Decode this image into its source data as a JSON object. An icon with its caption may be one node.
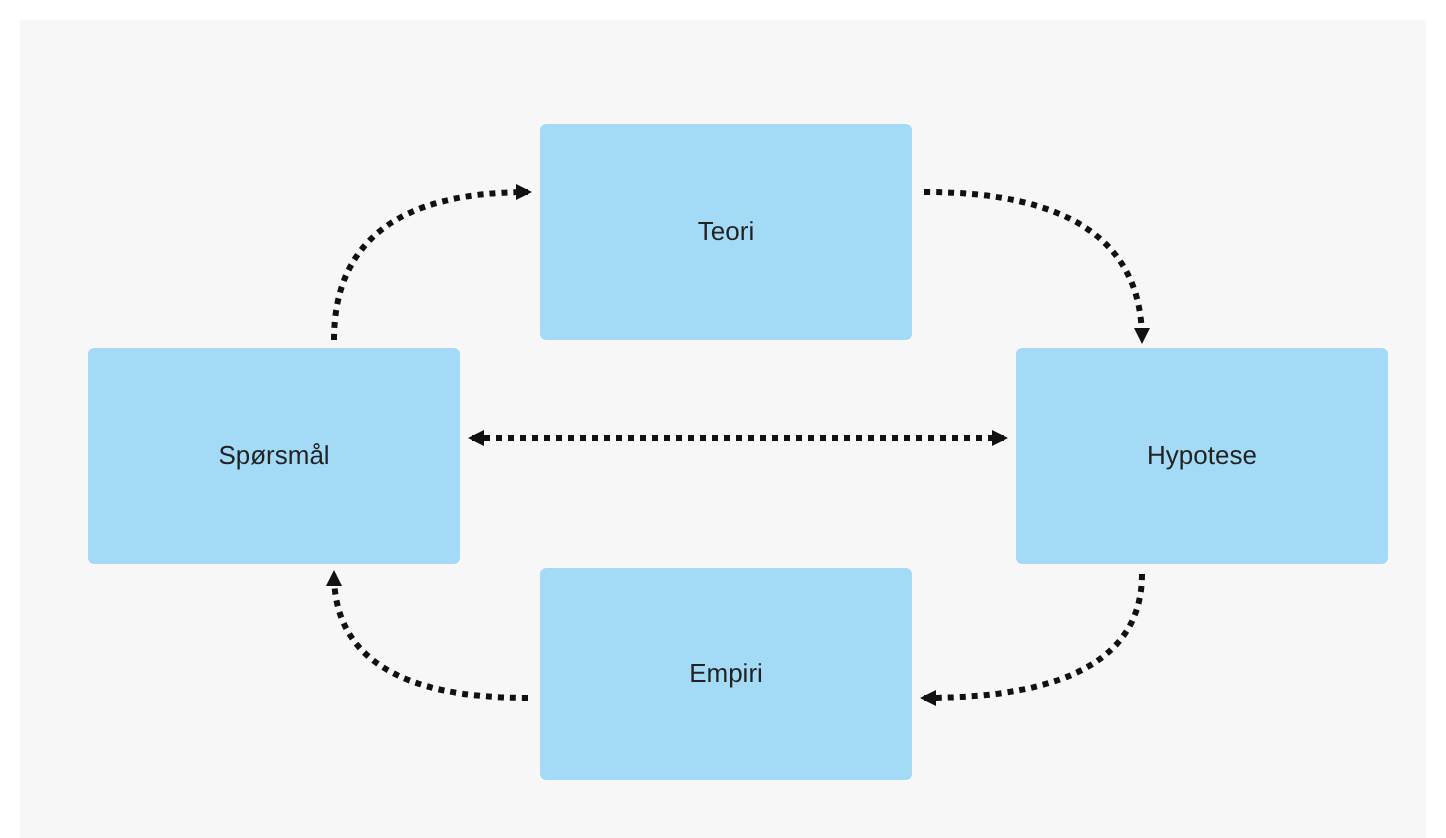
{
  "diagram": {
    "nodes": [
      {
        "text": [
          "Teori"
        ]
      },
      {
        "text": [
          "Spørsmål"
        ]
      },
      {
        "text": [
          "Hypotese"
        ]
      },
      {
        "text": [
          "Empiri"
        ]
      }
    ],
    "edges": [
      {
        "from": 1,
        "to": 0,
        "arrow": "to",
        "style": "dashed"
      },
      {
        "from": 0,
        "to": 2,
        "arrow": "to",
        "style": "dashed"
      },
      {
        "from": 2,
        "to": 3,
        "arrow": "to",
        "style": "dashed"
      },
      {
        "from": 3,
        "to": 1,
        "arrow": "to",
        "style": "dashed"
      },
      {
        "from": 1,
        "to": 2,
        "arrow": "both",
        "style": "dashed"
      }
    ]
  }
}
